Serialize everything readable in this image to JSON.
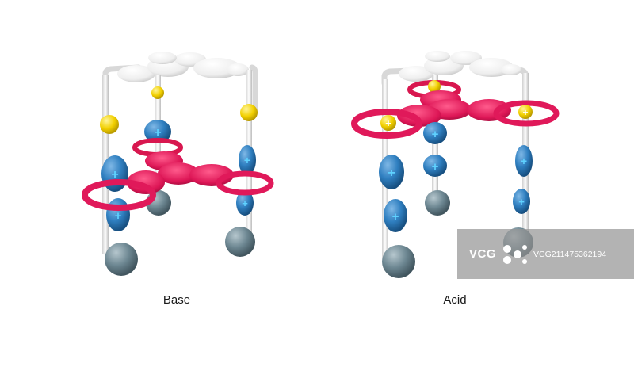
{
  "captions": {
    "base": "Base",
    "acid": "Acid"
  },
  "watermark": {
    "logo": "VCG",
    "id": "VCG211475362194"
  },
  "colors": {
    "ring": "#e0195a",
    "bead": "#2f7fc0",
    "charge": "#ffd400",
    "stopper": "#6d8792",
    "axle": "#e6e6e6"
  },
  "icons": {
    "bead_symbol": "plus-icon"
  }
}
